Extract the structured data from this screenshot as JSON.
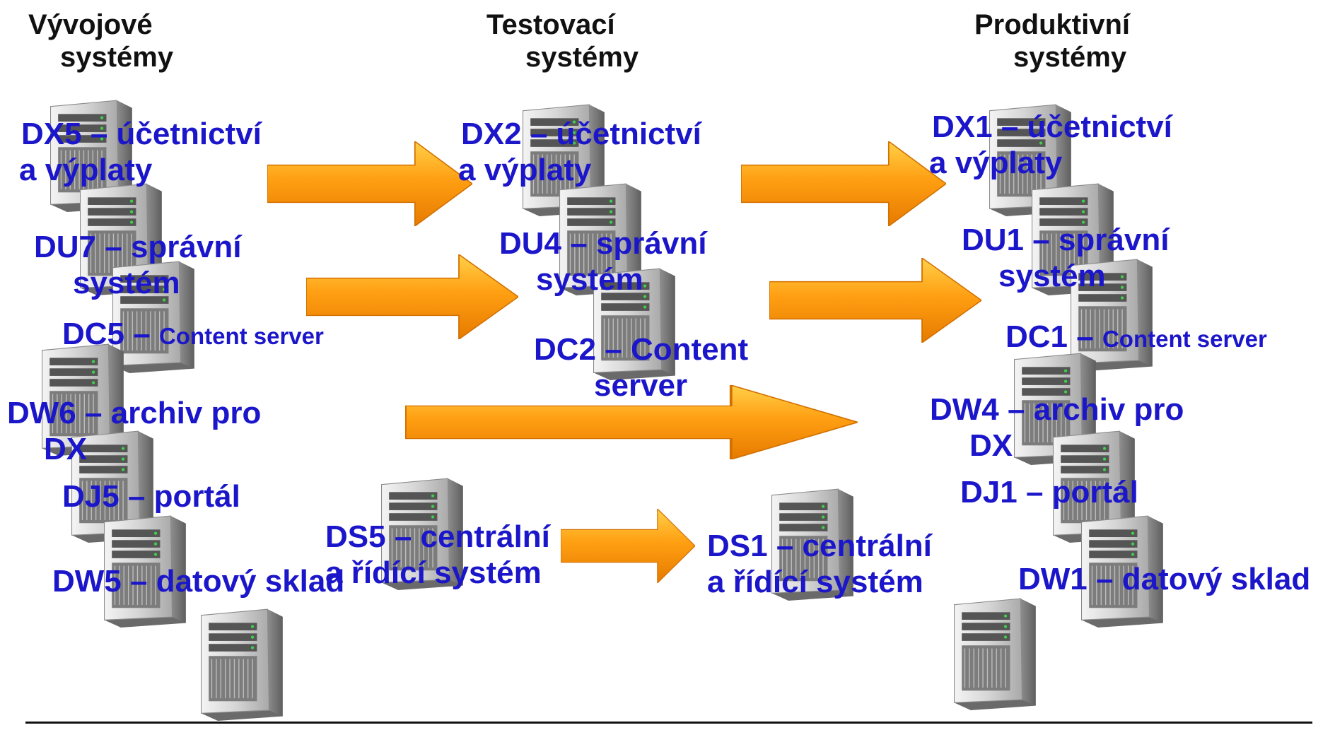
{
  "headings": {
    "dev": [
      "Vývojové",
      "systémy"
    ],
    "test": [
      "Testovací",
      "systémy"
    ],
    "prod": [
      "Produktivní",
      "systémy"
    ]
  },
  "labels": {
    "dx5": [
      "DX5 – účetnictví",
      "a výplaty"
    ],
    "du7": [
      "DU7 – správní",
      "systém"
    ],
    "dc5": [
      "DC5 – ",
      "Content server"
    ],
    "dw6": [
      "DW6 – archiv pro",
      "DX"
    ],
    "dj5": [
      "DJ5 – portál"
    ],
    "dw5": [
      "DW5 – datový sklad"
    ],
    "dx2": [
      "DX2 – účetnictví",
      "a výplaty"
    ],
    "du4": [
      "DU4 – správní",
      "systém"
    ],
    "dc2": [
      "DC2 – Content",
      "server"
    ],
    "ds5": [
      "DS5 – centrální",
      "a řídící systém"
    ],
    "ds1": [
      "DS1 – centrální",
      "a řídící systém"
    ],
    "dx1": [
      "DX1 – účetnictví",
      "a výplaty"
    ],
    "du1": [
      "DU1 – správní",
      "systém"
    ],
    "dc1": [
      "DC1 – ",
      "Content server"
    ],
    "dw4": [
      "DW4 – archiv pro",
      "DX"
    ],
    "dj1": [
      "DJ1 – portál"
    ],
    "dw1": [
      "DW1 – datový sklad"
    ]
  },
  "colors": {
    "label": "#1b16c9",
    "heading": "#111111",
    "arrow_light": "#ffd04a",
    "arrow_dark": "#e67a00"
  },
  "icons": {
    "server": "server-tower-icon",
    "arrow": "right-arrow-icon"
  }
}
